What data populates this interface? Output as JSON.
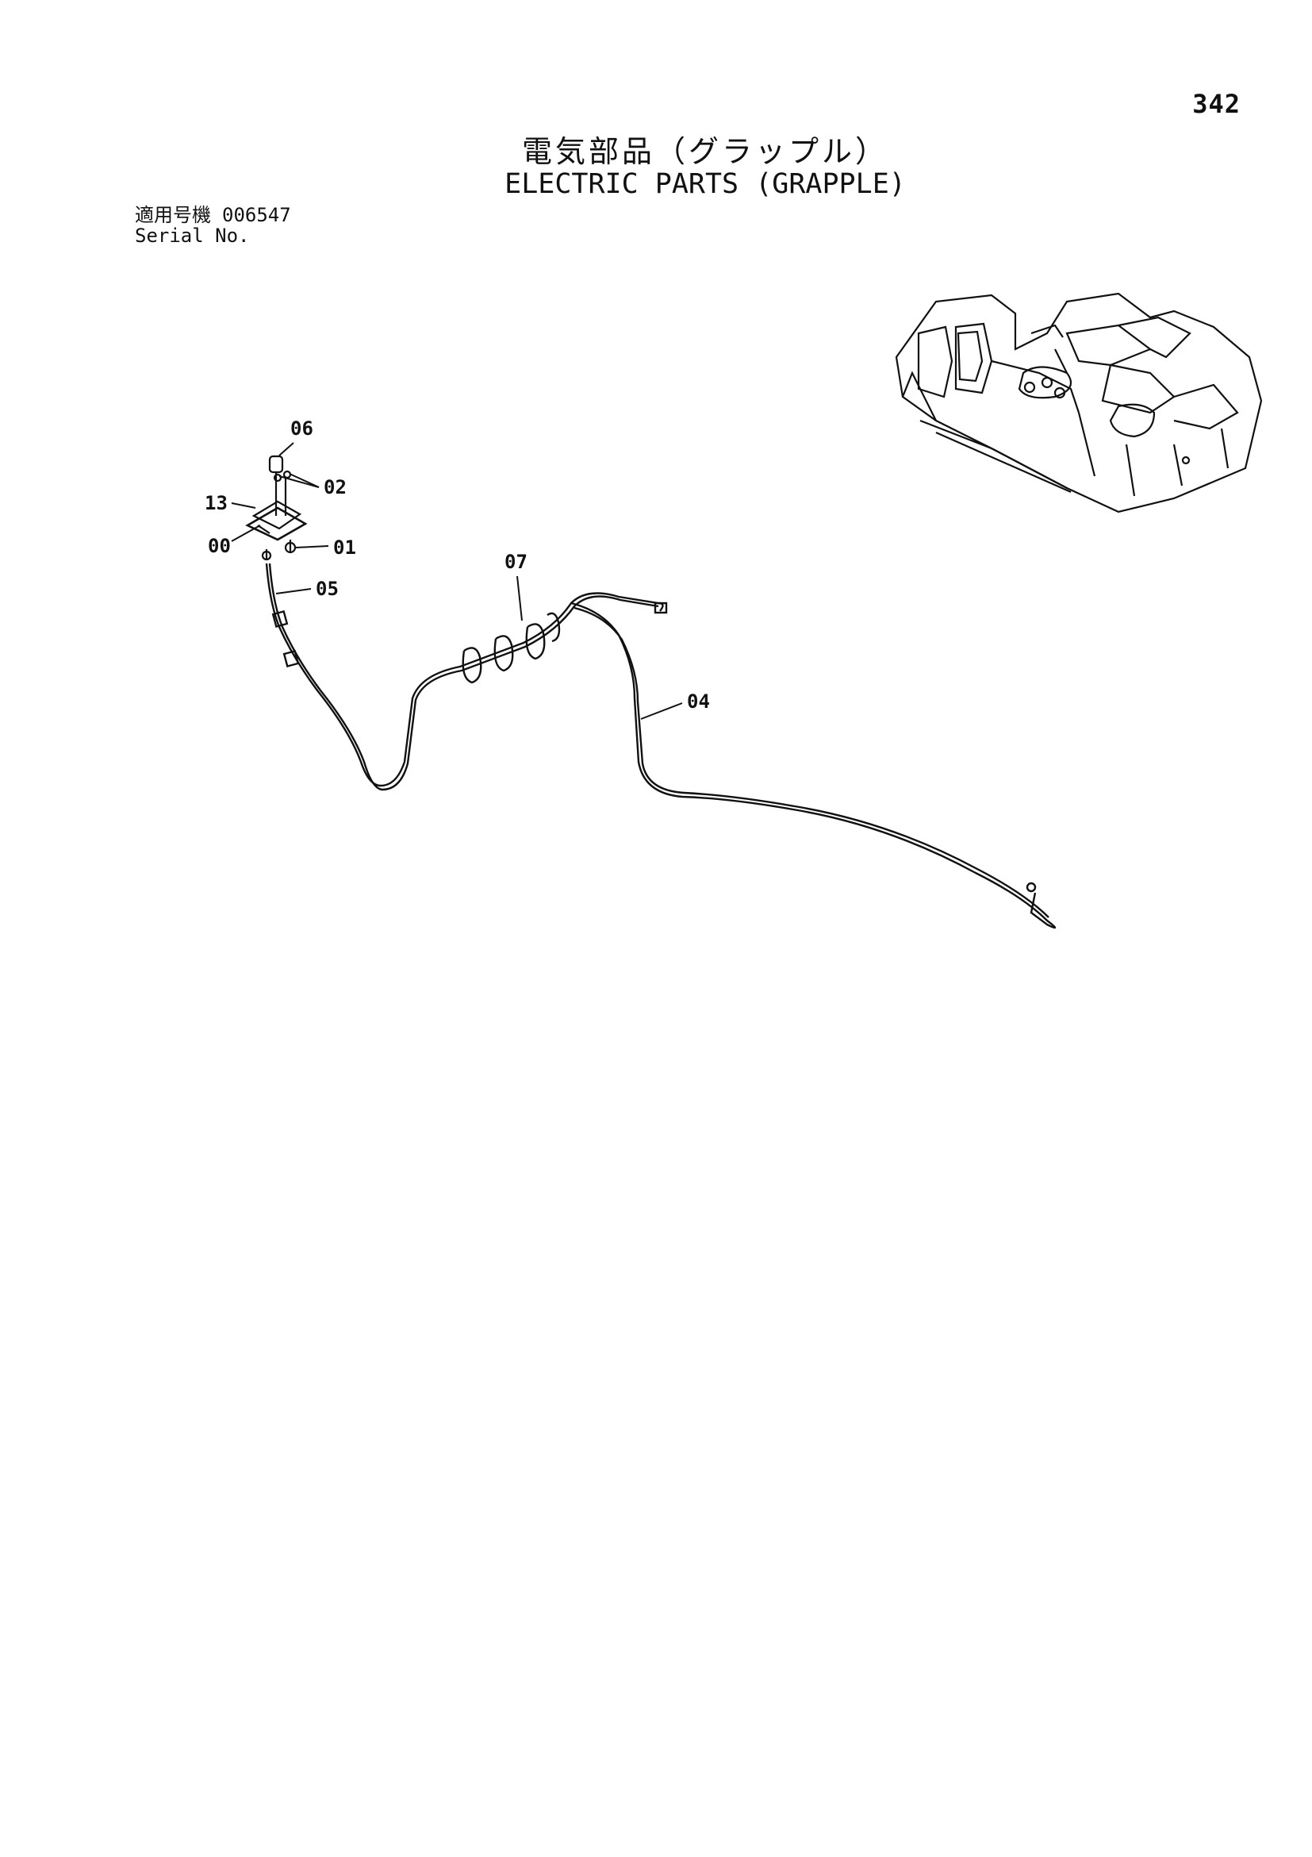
{
  "page_number": "342",
  "title_jp": "電気部品（グラップル）",
  "title_en": "ELECTRIC PARTS (GRAPPLE)",
  "serial": {
    "label_jp": "適用号機",
    "value": "006547",
    "label_en": "Serial No."
  },
  "callouts": {
    "c06": "06",
    "c02": "02",
    "c13": "13",
    "c00": "00",
    "c01": "01",
    "c05": "05",
    "c07": "07",
    "c04": "04"
  }
}
